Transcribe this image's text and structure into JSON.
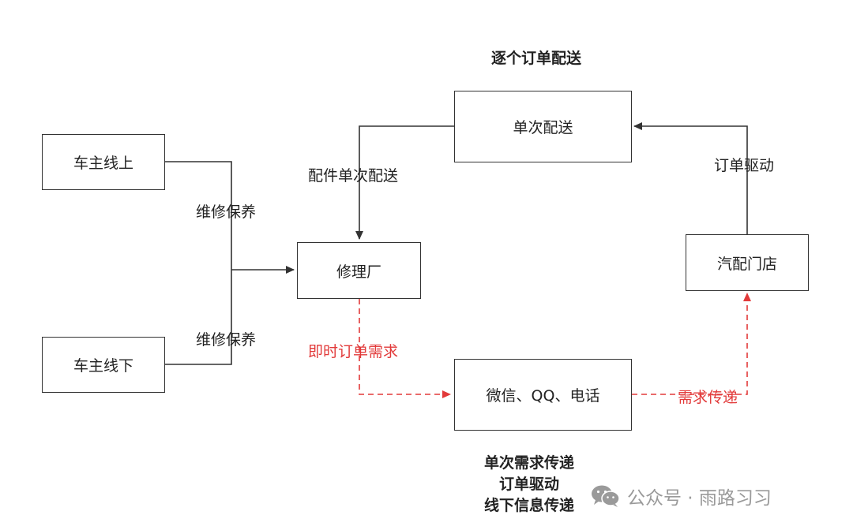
{
  "nodes": {
    "car_owner_online": "车主线上",
    "car_owner_offline": "车主线下",
    "repair_shop": "修理厂",
    "single_delivery": "单次配送",
    "auto_parts_store": "汽配门店",
    "wechat_qq_phone": "微信、QQ、电话"
  },
  "edge_labels": {
    "maintenance_top": "维修保养",
    "maintenance_bottom": "维修保养",
    "parts_single_delivery": "配件单次配送",
    "order_driven": "订单驱动",
    "instant_order_demand": "即时订单需求",
    "demand_transfer": "需求传递"
  },
  "captions": {
    "top": "逐个订单配送",
    "bottom_lines": [
      "单次需求传递",
      "订单驱动",
      "线下信息传递"
    ]
  },
  "watermark": {
    "icon": "wechat-icon",
    "text": "公众号 · 雨路习习"
  },
  "colors": {
    "line": "#333333",
    "dashed_red": "#e23a3a",
    "watermark": "#9a9a9a"
  }
}
